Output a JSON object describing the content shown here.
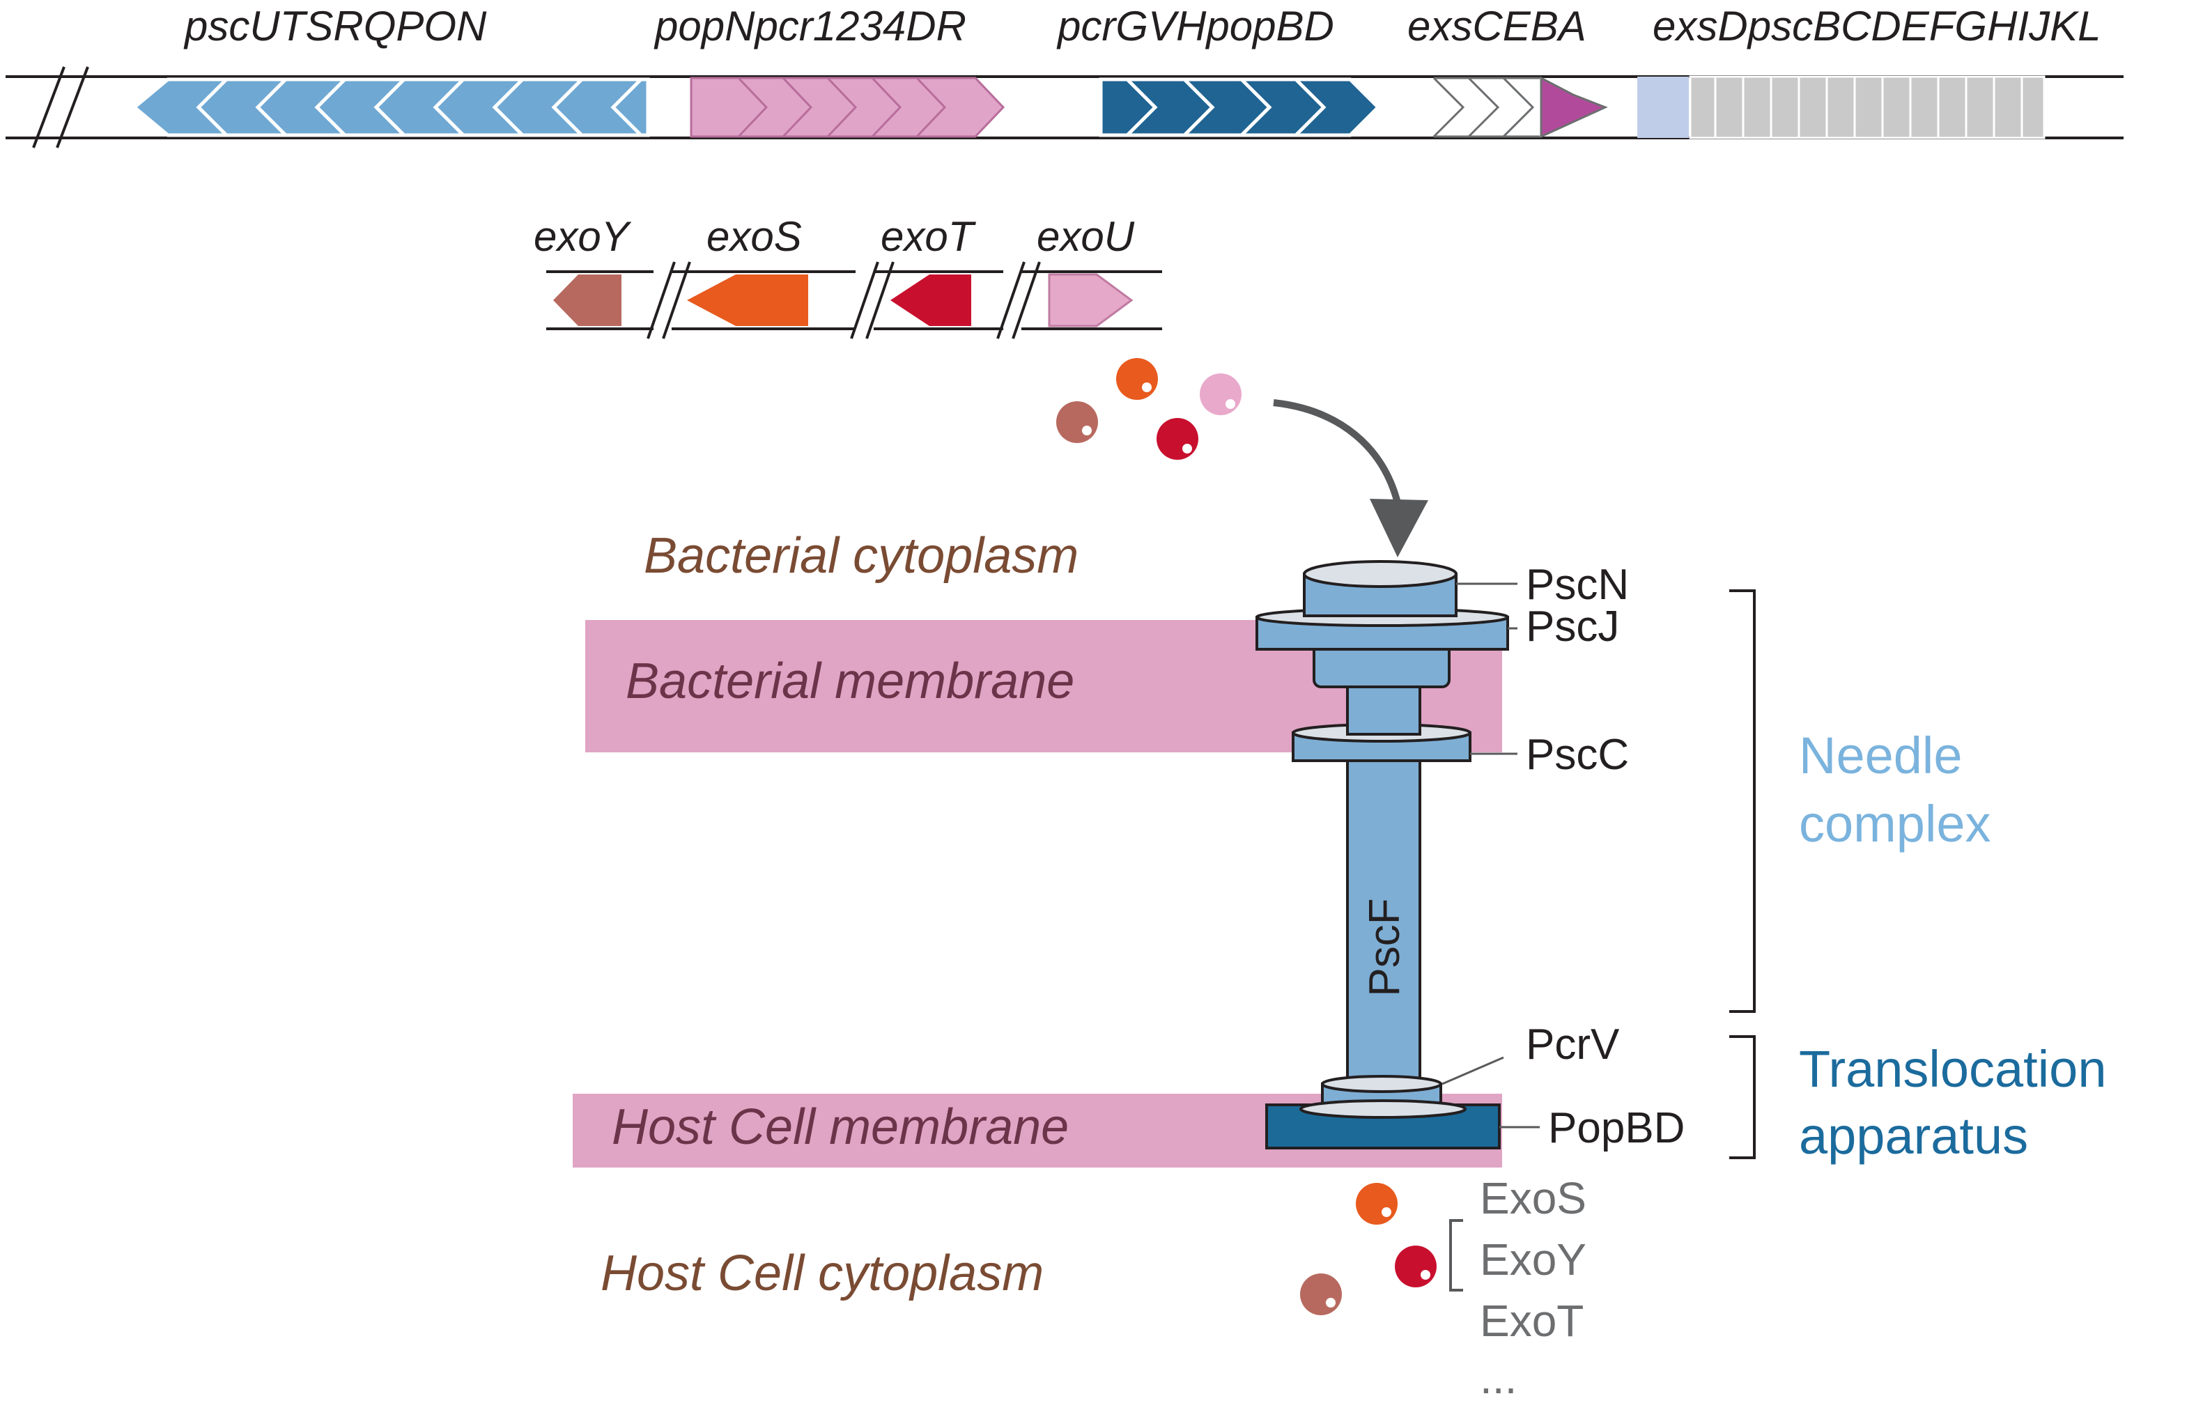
{
  "operon_labels": [
    "pscUTSRQPON",
    "popNpcr1234DR",
    "pcrGVHpopBD",
    "exsCEBA",
    "exsDpscBCDEFGHIJKL"
  ],
  "effector_gene_labels": [
    "exoY",
    "exoS",
    "exoT",
    "exoU"
  ],
  "regions": {
    "bacterial_cytoplasm": "Bacterial cytoplasm",
    "bacterial_membrane": "Bacterial membrane",
    "host_cell_membrane": "Host Cell membrane",
    "host_cell_cytoplasm": "Host Cell cytoplasm"
  },
  "proteins": {
    "pscn": "PscN",
    "pscj": "PscJ",
    "pscc": "PscC",
    "pscf": "PscF",
    "pcrv": "PcrV",
    "popbd": "PopBD"
  },
  "groups": {
    "needle_complex": [
      "Needle",
      "complex"
    ],
    "translocation_apparatus": [
      "Translocation",
      "apparatus"
    ]
  },
  "effectors": [
    "ExoS",
    "ExoY",
    "ExoT",
    "..."
  ],
  "colors": {
    "psc_light_blue": "#6fa8d3",
    "pcr_pink": "#e0a4c8",
    "pcr_dark_blue": "#1f6493",
    "exs_magenta": "#b24a9c",
    "exsd_lavender": "#bfcde9",
    "psc_gray": "#c9c9c9",
    "exoY": "#b8695f",
    "exoS": "#e85a1e",
    "exoT": "#c8102e",
    "exoU": "#e5a8c9",
    "membrane": "#e0a4c4",
    "needle": "#7eaed4",
    "popbd": "#1c6a98",
    "region_text": "#7a4b33",
    "membrane_text": "#6b3449",
    "needle_complex_text": "#7ab3dd",
    "translocation_text": "#1b6b9d"
  }
}
